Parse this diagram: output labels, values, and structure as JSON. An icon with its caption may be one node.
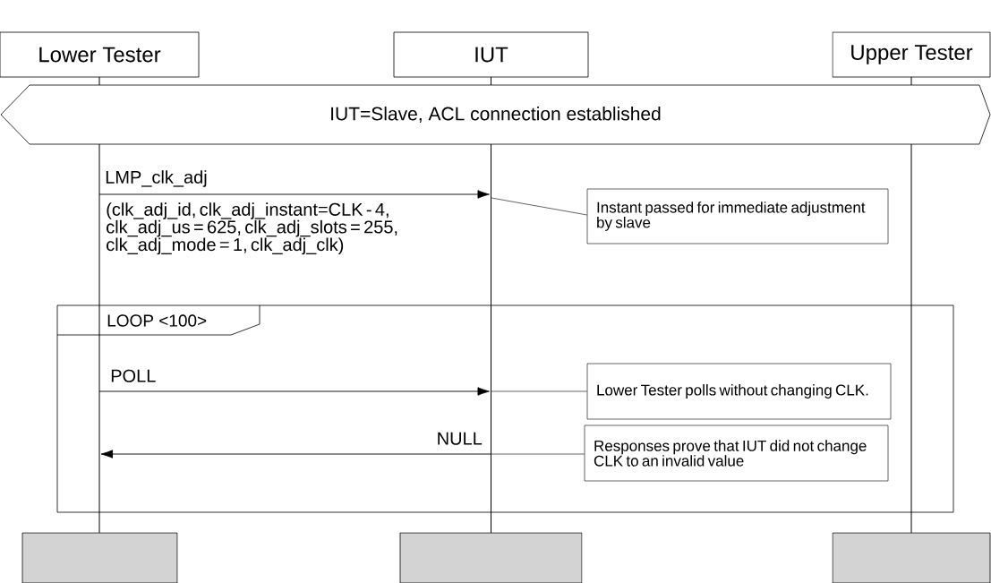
{
  "diagram": {
    "nodes": [
      {
        "text": [
          "Lower Tester"
        ]
      },
      {
        "text": [
          "IUT"
        ]
      },
      {
        "text": [
          "Upper Tester"
        ]
      },
      {
        "text": [
          "IUT=Slave, ACL connection established"
        ]
      },
      {
        "text": [
          "LOOP <100>"
        ]
      },
      {
        "text": [
          "Instant passed for immediate adjustment by slave"
        ]
      },
      {
        "text": [
          "Lower Tester polls without changing CLK."
        ],
        "in": 4
      },
      {
        "text": [
          "Responses prove that IUT did not change CLK to an invalid value"
        ],
        "in": 4
      },
      {
        "text": [],
        "shape": "line"
      },
      {
        "text": [],
        "shape": "line"
      },
      {
        "text": [],
        "shape": "line"
      },
      {
        "text": [],
        "shape": "box"
      },
      {
        "text": [],
        "shape": "box"
      },
      {
        "text": [],
        "shape": "box"
      }
    ],
    "edges": [
      {
        "from": 8,
        "to": 9,
        "arrow": "to",
        "label": "LMP_clk_adj"
      },
      {
        "from": 8,
        "to": 9,
        "arrow": "to",
        "label": "POLL"
      },
      {
        "from": 9,
        "to": 8,
        "arrow": "to",
        "label": "NULL"
      },
      {
        "from": 5,
        "to": 9,
        "arrow": "none"
      },
      {
        "from": 6,
        "to": 9,
        "arrow": "none"
      },
      {
        "from": 7,
        "to": 9,
        "arrow": "none"
      }
    ],
    "labels": [
      "(clk_adj_id, clk_adj_instant=CLK - 4, clk_adj_us = 625, clk_adj_slots = 255, clk_adj_mode = 1, clk_adj_clk)"
    ]
  }
}
